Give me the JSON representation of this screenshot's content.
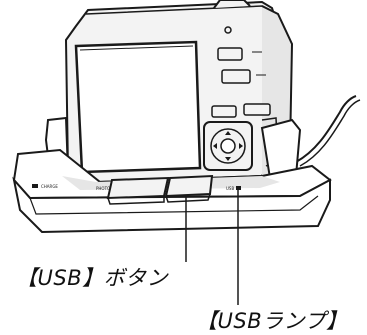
{
  "callouts": {
    "usb_button_label": "【USB】ボタン",
    "usb_lamp_label": "【USBランプ】"
  },
  "dock_markings": {
    "charge_text": "CHARGE",
    "photo_text": "PHOTO",
    "usb_text": "USB"
  },
  "colors": {
    "line": "#1a1a1a",
    "dock_fill": "#ffffff",
    "camera_fill": "#f3f3f3",
    "screen_fill": "#ffffff",
    "shadow": "#dcdcdc"
  }
}
